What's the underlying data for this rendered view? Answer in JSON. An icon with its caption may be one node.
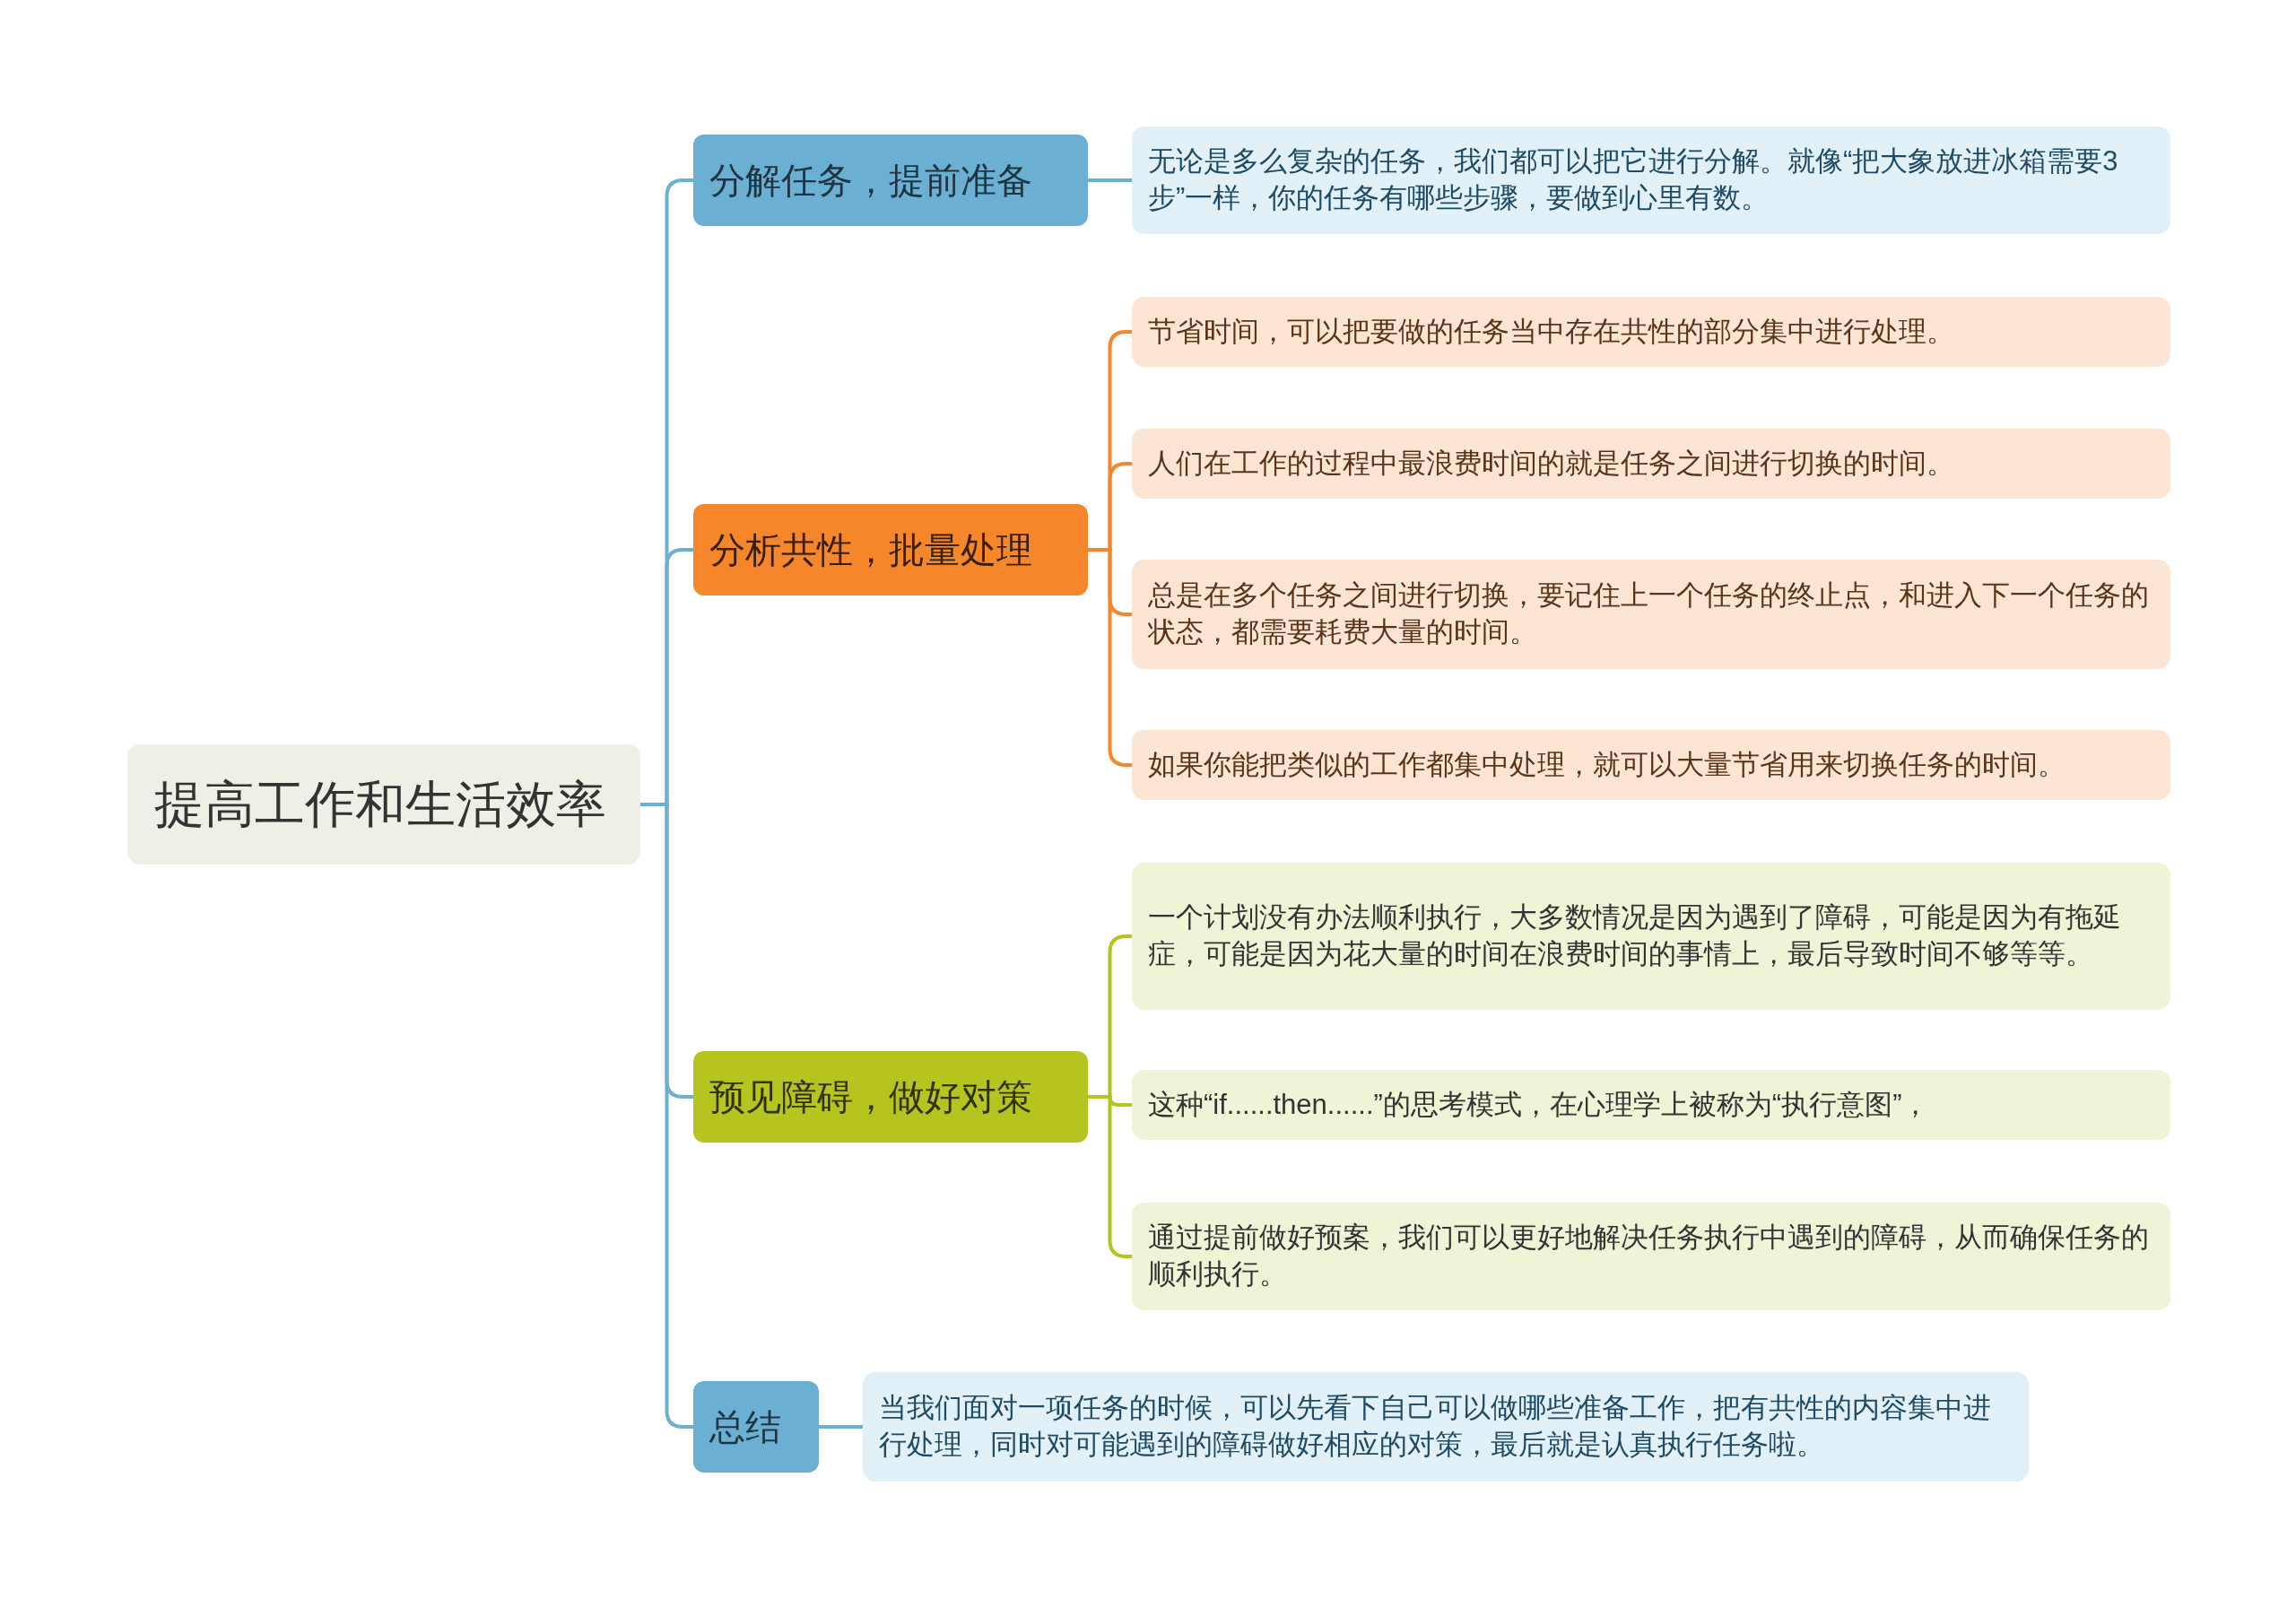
{
  "diagram": {
    "nodes": [
      {
        "text": [
          "提高工作和生活效率"
        ]
      },
      {
        "text": [
          "分解任务，提前准备"
        ]
      },
      {
        "text": [
          "无论是多么复杂的任务，我们都可以把它进行分解。就像“把大象放进冰箱需要3步”一样，你的任务有哪些步骤，要做到心里有数。"
        ]
      },
      {
        "text": [
          "分析共性，批量处理"
        ]
      },
      {
        "text": [
          "节省时间，可以把要做的任务当中存在共性的部分集中进行处理。"
        ]
      },
      {
        "text": [
          "人们在工作的过程中最浪费时间的就是任务之间进行切换的时间。"
        ]
      },
      {
        "text": [
          "总是在多个任务之间进行切换，要记住上一个任务的终止点，和进入下一个任务的状态，都需要耗费大量的时间。"
        ]
      },
      {
        "text": [
          "如果你能把类似的工作都集中处理，就可以大量节省用来切换任务的时间。"
        ]
      },
      {
        "text": [
          "预见障碍，做好对策"
        ]
      },
      {
        "text": [
          "一个计划没有办法顺利执行，大多数情况是因为遇到了障碍，可能是因为有拖延症，可能是因为花大量的时间在浪费时间的事情上，最后导致时间不够等等。"
        ]
      },
      {
        "text": [
          "这种“if......then......”的思考模式，在心理学上被称为“执行意图”，"
        ]
      },
      {
        "text": [
          "通过提前做好预案，我们可以更好地解决任务执行中遇到的障碍，从而确保任务的顺利执行。"
        ]
      },
      {
        "text": [
          "总结"
        ]
      },
      {
        "text": [
          "当我们面对一项任务的时候，可以先看下自己可以做哪些准备工作，把有共性的内容集中进行处理，同时对可能遇到的障碍做好相应的对策，最后就是认真执行任务啦。"
        ]
      }
    ],
    "edges": [
      {
        "from": 0,
        "to": 1,
        "arrow": "none"
      },
      {
        "from": 0,
        "to": 3,
        "arrow": "none"
      },
      {
        "from": 0,
        "to": 8,
        "arrow": "none"
      },
      {
        "from": 0,
        "to": 12,
        "arrow": "none"
      },
      {
        "from": 1,
        "to": 2,
        "arrow": "none"
      },
      {
        "from": 3,
        "to": 4,
        "arrow": "none",
        "color": "#f5862a"
      },
      {
        "from": 3,
        "to": 5,
        "arrow": "none",
        "color": "#f5862a"
      },
      {
        "from": 3,
        "to": 6,
        "arrow": "none",
        "color": "#f5862a"
      },
      {
        "from": 3,
        "to": 7,
        "arrow": "none",
        "color": "#f5862a"
      },
      {
        "from": 8,
        "to": 9,
        "arrow": "none",
        "color": "#b5c41e"
      },
      {
        "from": 8,
        "to": 10,
        "arrow": "none",
        "color": "#b5c41e"
      },
      {
        "from": 8,
        "to": 11,
        "arrow": "none",
        "color": "#b5c41e"
      },
      {
        "from": 12,
        "to": 13,
        "arrow": "none"
      }
    ]
  }
}
